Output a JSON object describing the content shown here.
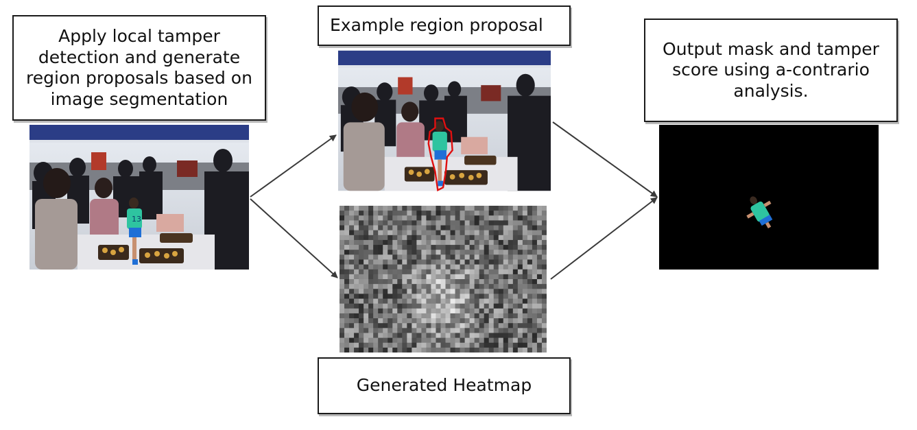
{
  "boxes": {
    "apply": "Apply local tamper\ndetection and generate\nregion proposals based on\nimage segmentation",
    "example": "Example region proposal",
    "output": "Output mask and tamper\nscore using a-contrario\nanalysis.",
    "heatmap": "Generated Heatmap"
  },
  "colors": {
    "box_border": "#1a1a1a",
    "arrow": "#3a3a3a",
    "proposal_outline": "#e01010",
    "jersey": "#2ec4a0",
    "shorts": "#1f6fd6",
    "mask_background": "#000000"
  },
  "jersey_number": "13",
  "icons": [
    "arrow-right-up",
    "arrow-right-down"
  ]
}
